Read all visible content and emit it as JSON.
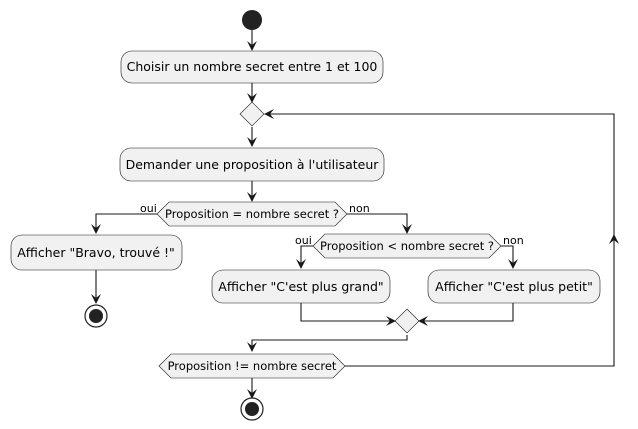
{
  "diagram": {
    "actions": {
      "choose_secret": "Choisir un nombre secret entre 1 et 100",
      "ask_guess": "Demander une proposition à l'utilisateur",
      "show_bravo": "Afficher \"Bravo, trouvé !\"",
      "show_bigger": "Afficher \"C'est plus grand\"",
      "show_smaller": "Afficher \"C'est plus petit\""
    },
    "conditions": {
      "equal": "Proposition = nombre secret ?",
      "less": "Proposition < nombre secret ?",
      "loop": "Proposition != nombre secret"
    },
    "branch_labels": {
      "equal_yes": "oui",
      "equal_no": "non",
      "less_yes": "oui",
      "less_no": "non"
    },
    "colors": {
      "node_fill": "#F1F1F1",
      "stroke": "#181818",
      "terminal": "#222222"
    }
  }
}
